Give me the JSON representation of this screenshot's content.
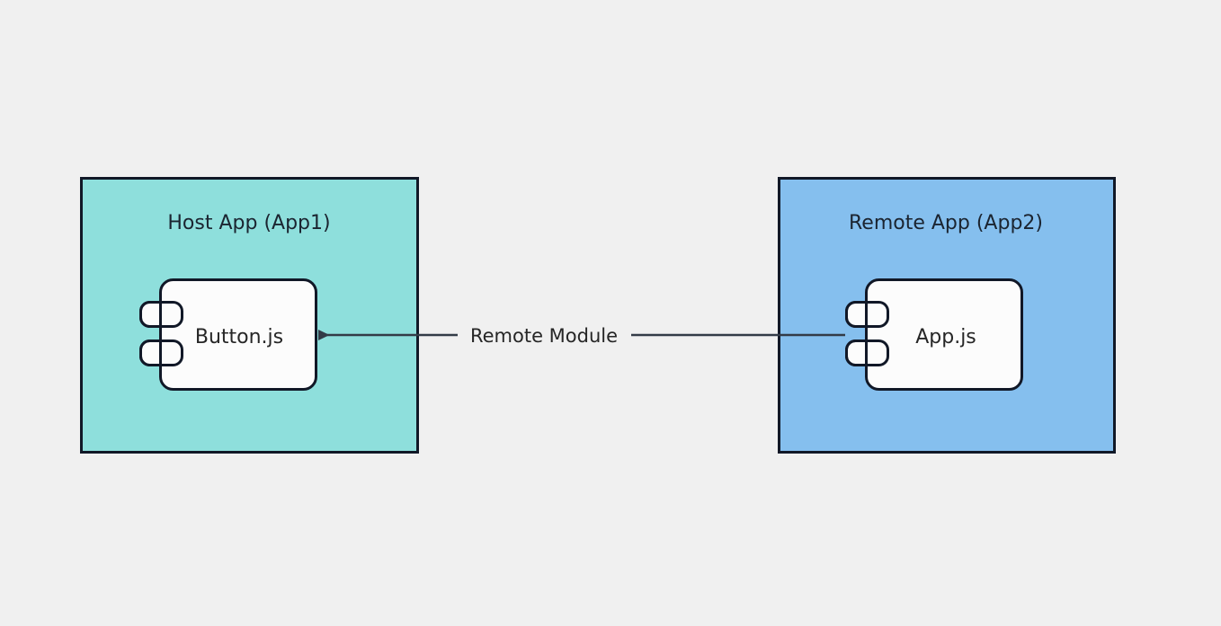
{
  "diagram": {
    "type": "uml-component-diagram",
    "background_color": "#f0f0f0",
    "stroke_color": "#111827",
    "title_text_color": "#1b2430",
    "groups": [
      {
        "id": "host",
        "label": "Host App (App1)",
        "fill": "#8edfdc",
        "border_color": "#111827",
        "component": {
          "id": "button-js",
          "label": "Button.js",
          "fill": "#fcfcfc",
          "border_color": "#111827",
          "tabs": 2
        }
      },
      {
        "id": "remote",
        "label": "Remote App (App2)",
        "fill": "#85bfee",
        "border_color": "#111827",
        "component": {
          "id": "app-js",
          "label": "App.js",
          "fill": "#fcfcfc",
          "border_color": "#111827",
          "tabs": 2
        }
      }
    ],
    "edges": [
      {
        "id": "remote-module-edge",
        "label": "Remote Module",
        "from": "app-js",
        "to": "button-js",
        "arrow": "open-filled-left",
        "color": "#333b47"
      }
    ]
  }
}
